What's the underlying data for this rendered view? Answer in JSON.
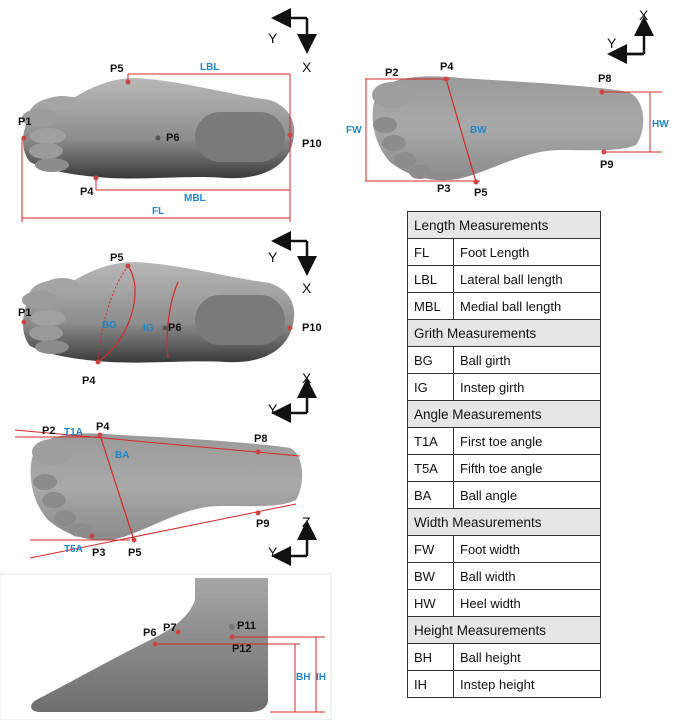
{
  "axes": {
    "x": "X",
    "y": "Y",
    "z": "Z"
  },
  "views": {
    "top1": {
      "points": [
        "P5",
        "P1",
        "P6",
        "P10",
        "P4"
      ],
      "measures": [
        "LBL",
        "MBL",
        "FL"
      ]
    },
    "sole1": {
      "points": [
        "P2",
        "P4",
        "P8",
        "P3",
        "P5",
        "P9"
      ],
      "measures": [
        "FW",
        "BW",
        "HW"
      ]
    },
    "top2": {
      "points": [
        "P5",
        "P1",
        "P6",
        "P10",
        "P4"
      ],
      "measures": [
        "BG",
        "IG"
      ]
    },
    "sole2": {
      "points": [
        "P2",
        "P4",
        "P8",
        "P9",
        "P3",
        "P5"
      ],
      "measures": [
        "T1A",
        "BA",
        "T5A"
      ]
    },
    "side": {
      "points": [
        "P6",
        "P7",
        "P11",
        "P12"
      ],
      "measures": [
        "BH",
        "IH"
      ]
    }
  },
  "table": [
    {
      "header": "Length Measurements"
    },
    {
      "abbr": "FL",
      "desc": "Foot Length"
    },
    {
      "abbr": "LBL",
      "desc": "Lateral ball length"
    },
    {
      "abbr": "MBL",
      "desc": "Medial ball length"
    },
    {
      "header": "Grith Measurements"
    },
    {
      "abbr": "BG",
      "desc": "Ball girth"
    },
    {
      "abbr": "IG",
      "desc": "Instep girth"
    },
    {
      "header": "Angle Measurements"
    },
    {
      "abbr": "T1A",
      "desc": "First toe angle"
    },
    {
      "abbr": "T5A",
      "desc": "Fifth toe angle"
    },
    {
      "abbr": "BA",
      "desc": "Ball angle"
    },
    {
      "header": "Width Measurements"
    },
    {
      "abbr": "FW",
      "desc": "Foot width"
    },
    {
      "abbr": "BW",
      "desc": "Ball width"
    },
    {
      "abbr": "HW",
      "desc": "Heel width"
    },
    {
      "header": "Height Measurements"
    },
    {
      "abbr": "BH",
      "desc": "Ball height"
    },
    {
      "abbr": "IH",
      "desc": "Instep height"
    }
  ],
  "colors": {
    "measure_line": "#d62828",
    "measure_text": "#1f86c9",
    "foot": "#8f8f8f"
  }
}
